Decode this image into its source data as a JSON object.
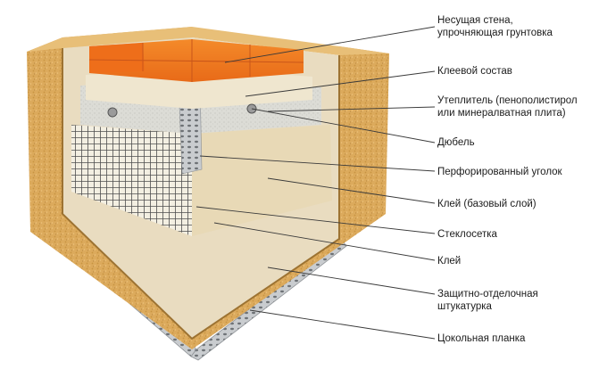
{
  "diagram": {
    "labels": [
      {
        "id": "load-bearing-wall",
        "text": "Несущая стена,\nупрочняющая грунтовка"
      },
      {
        "id": "adhesive-compound",
        "text": "Клеевой состав"
      },
      {
        "id": "insulation",
        "text": "Утеплитель (пенополистирол\nили минералватная плита)"
      },
      {
        "id": "dowel",
        "text": "Дюбель"
      },
      {
        "id": "perforated-corner",
        "text": "Перфорированный уголок"
      },
      {
        "id": "base-glue",
        "text": "Клей (базовый слой)"
      },
      {
        "id": "fiberglass-mesh",
        "text": "Стеклосетка"
      },
      {
        "id": "glue",
        "text": "Клей"
      },
      {
        "id": "finish-plaster",
        "text": "Защитно-отделочная\nштукатурка"
      },
      {
        "id": "plinth-strip",
        "text": "Цокольная планка"
      }
    ]
  },
  "colors": {
    "plaster": "#dcaa5c",
    "plaster_dark": "#b98a42",
    "brick": "#f07a1e",
    "brick_dark": "#c9561a",
    "glue": "#eae0c8",
    "insulation": "#dcdcd6",
    "mesh": "#5a5a5a",
    "metal": "#c9cccf",
    "leader": "#3a3a3a"
  }
}
